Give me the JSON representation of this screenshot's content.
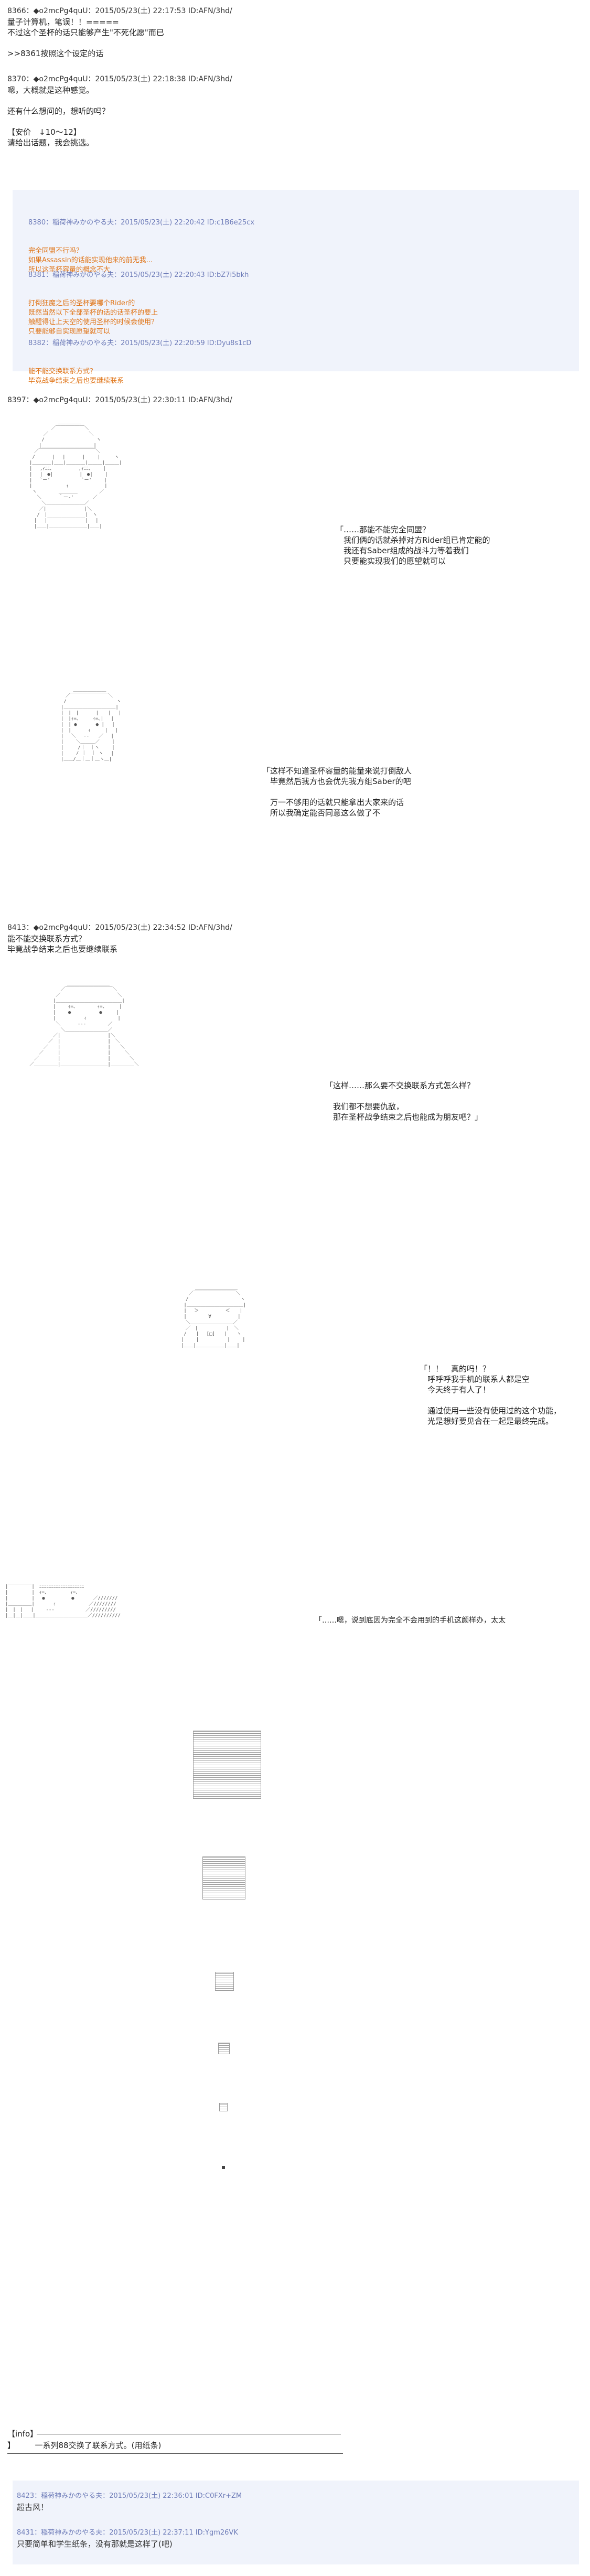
{
  "posts": [
    {
      "head": "8366：◆o2mcPg4quU：2015/05/23(土) 22:17:53 ID:AFN/3hd/",
      "body": "量子计算机，笔误！！=====\n不过这个圣杯的话只能够产生\"不死化愿\"而已\n\n>>8361按照这个设定的话"
    },
    {
      "head": "8370：◆o2mcPg4quU：2015/05/23(土) 22:18:38 ID:AFN/3hd/",
      "body": "嗯，大概就是这种感觉。\n\n还有什么想问的，想听的吗？\n\n【安价　↓10～12】\n请给出话题，我会挑选。"
    }
  ],
  "quotes": [
    {
      "head": "8380：稲荷神みかのやる夫：2015/05/23(土) 22:20:42 ID:c1B6e25cx",
      "body": "完全同盟不行吗？\n如果Assassin的话能实现他来的前无我...\n所以这圣杯容量的概念不大"
    },
    {
      "head": "8381：稲荷神みかのやる夫：2015/05/23(土) 22:20:43 ID:bZ7i5bkh",
      "body": "打倒狂魔之后的圣杯要哪个Rider的\n既然当然以下全部圣杯的话的话圣杯的要上\n触醒得让上天空的使用圣杯的时候会使用？\n只要能够自实现愿望就可以"
    },
    {
      "head": "8382：稲荷神みかのやる夫：2015/05/23(土) 22:20:59 ID:Dyu8s1cD",
      "body": "能不能交换联系方式？\n毕竟战争结束之后也要继续联系"
    }
  ],
  "posts2": [
    {
      "head": "8397：◆o2mcPg4quU：2015/05/23(土) 22:30:11 ID:AFN/3hd/"
    },
    {
      "head": "8413：◆o2mcPg4quU：2015/05/23(土) 22:34:52 ID:AFN/3hd/",
      "body": "能不能交换联系方式？\n毕竟战争结束之后也要继续联系"
    }
  ],
  "bubbles": [
    {
      "text": "「……那能不能完全同盟？\n　我们俩的话就杀掉对方Rider组已肯定能的\n　我还有Saber组成的战斗力等着我们\n　只要能实现我们的愿望就可以"
    },
    {
      "text": "「这样不知道圣杯容量的能量来说打倒敌人\n　毕竟然后我方也会优先我方组Saber的吧\n\n　万一不够用的话就只能拿出大家来的话\n　所以我确定能否同意这么做了不"
    },
    {
      "text": "「这样……那么要不交换联系方式怎么样？\n\n　我们都不想要仇敌，\n　那在圣杯战争结束之后也能成为朋友吧？」"
    },
    {
      "text": "「！！　真的吗！？\n　呼呼呼我手机的联系人都是空\n　今天终于有人了！\n\n　通过使用一些没有使用过的这个功能，\n　光是想好要见合在一起是最终完成。"
    },
    {
      "text": "「……嗯，说到底因为完全不会用到的手机这颜样办，太太"
    }
  ],
  "info": {
    "label": "【info】",
    "text": "】　　　一系列88交换了联系方式。(用纸条)"
  },
  "bottom": [
    {
      "head": "8423：稲荷神みかのやる夫：2015/05/23(土) 22:36:01 ID:C0FXr+ZM",
      "body": "超古风！"
    },
    {
      "head": "8431：稲荷神みかのやる夫：2015/05/23(土) 22:37:11 ID:Ygm26VK",
      "body": "只要简单和学生纸条，没有那就是这样了(吧)"
    }
  ],
  "colors": {
    "quote_header": "#6d7bb8",
    "quote_body": "#e0761a",
    "box_bg": "#f0f3fb"
  }
}
